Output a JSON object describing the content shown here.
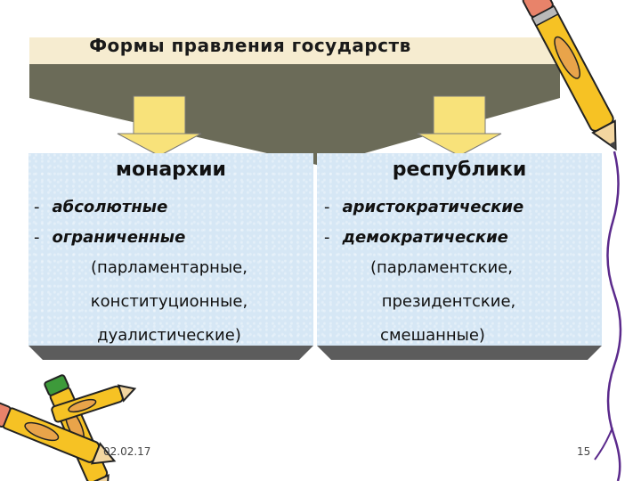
{
  "title": "Формы правления государств",
  "left": {
    "heading": "монархии",
    "items": [
      "абсолютные",
      "ограниченные"
    ],
    "sub": [
      "(парламентарные,",
      "конституционные,",
      "дуалистические)"
    ]
  },
  "right": {
    "heading": "республики",
    "items": [
      "аристократические",
      "демократические"
    ],
    "sub": [
      "(парламентские,",
      "президентские,",
      "смешанные)"
    ]
  },
  "footer": {
    "date": "02.02.17",
    "page": "15"
  },
  "colors": {
    "title_bg": "#f6ecd0",
    "funnel": "#6b6b58",
    "arrow_fill": "#f8e27a",
    "panel_bg": "#d6e7f5",
    "panel_shadow": "#5c5c5c"
  },
  "icons": [
    "pencil-icon",
    "crossed-pencils-icon"
  ]
}
